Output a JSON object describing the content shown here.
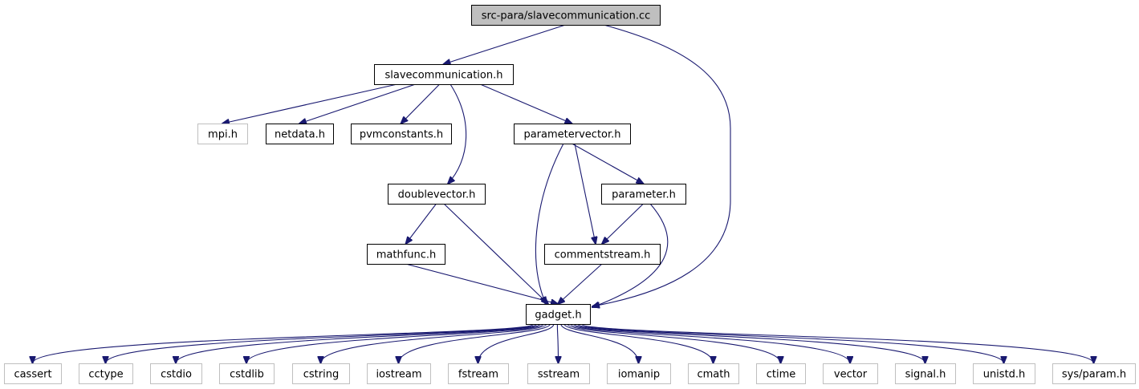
{
  "colors": {
    "edge": "#191970",
    "root_fill": "#bfbfbf",
    "node_border": "#000000",
    "external_border": "#bfbfbf",
    "node_fill": "#ffffff"
  },
  "nodes": [
    {
      "id": "root",
      "label": "src-para/slavecommunication.cc",
      "kind": "root"
    },
    {
      "id": "slavecomm",
      "label": "slavecommunication.h",
      "kind": "local"
    },
    {
      "id": "mpi",
      "label": "mpi.h",
      "kind": "external"
    },
    {
      "id": "netdata",
      "label": "netdata.h",
      "kind": "local"
    },
    {
      "id": "pvmconstants",
      "label": "pvmconstants.h",
      "kind": "local"
    },
    {
      "id": "parametervector",
      "label": "parametervector.h",
      "kind": "local"
    },
    {
      "id": "doublevector",
      "label": "doublevector.h",
      "kind": "local"
    },
    {
      "id": "parameter",
      "label": "parameter.h",
      "kind": "local"
    },
    {
      "id": "mathfunc",
      "label": "mathfunc.h",
      "kind": "local"
    },
    {
      "id": "commentstream",
      "label": "commentstream.h",
      "kind": "local"
    },
    {
      "id": "gadget",
      "label": "gadget.h",
      "kind": "local"
    },
    {
      "id": "cassert",
      "label": "cassert",
      "kind": "external"
    },
    {
      "id": "cctype",
      "label": "cctype",
      "kind": "external"
    },
    {
      "id": "cstdio",
      "label": "cstdio",
      "kind": "external"
    },
    {
      "id": "cstdlib",
      "label": "cstdlib",
      "kind": "external"
    },
    {
      "id": "cstring",
      "label": "cstring",
      "kind": "external"
    },
    {
      "id": "iostream",
      "label": "iostream",
      "kind": "external"
    },
    {
      "id": "fstream",
      "label": "fstream",
      "kind": "external"
    },
    {
      "id": "sstream",
      "label": "sstream",
      "kind": "external"
    },
    {
      "id": "iomanip",
      "label": "iomanip",
      "kind": "external"
    },
    {
      "id": "cmath",
      "label": "cmath",
      "kind": "external"
    },
    {
      "id": "ctime",
      "label": "ctime",
      "kind": "external"
    },
    {
      "id": "vector",
      "label": "vector",
      "kind": "external"
    },
    {
      "id": "signal",
      "label": "signal.h",
      "kind": "external"
    },
    {
      "id": "unistd",
      "label": "unistd.h",
      "kind": "external"
    },
    {
      "id": "sysparam",
      "label": "sys/param.h",
      "kind": "external"
    }
  ],
  "edges": [
    [
      "root",
      "slavecomm"
    ],
    [
      "root",
      "gadget"
    ],
    [
      "slavecomm",
      "mpi"
    ],
    [
      "slavecomm",
      "netdata"
    ],
    [
      "slavecomm",
      "pvmconstants"
    ],
    [
      "slavecomm",
      "parametervector"
    ],
    [
      "slavecomm",
      "doublevector"
    ],
    [
      "parametervector",
      "gadget"
    ],
    [
      "parametervector",
      "commentstream"
    ],
    [
      "parametervector",
      "parameter"
    ],
    [
      "doublevector",
      "mathfunc"
    ],
    [
      "doublevector",
      "gadget"
    ],
    [
      "parameter",
      "commentstream"
    ],
    [
      "parameter",
      "gadget"
    ],
    [
      "mathfunc",
      "gadget"
    ],
    [
      "commentstream",
      "gadget"
    ],
    [
      "gadget",
      "cassert"
    ],
    [
      "gadget",
      "cctype"
    ],
    [
      "gadget",
      "cstdio"
    ],
    [
      "gadget",
      "cstdlib"
    ],
    [
      "gadget",
      "cstring"
    ],
    [
      "gadget",
      "iostream"
    ],
    [
      "gadget",
      "fstream"
    ],
    [
      "gadget",
      "sstream"
    ],
    [
      "gadget",
      "iomanip"
    ],
    [
      "gadget",
      "cmath"
    ],
    [
      "gadget",
      "ctime"
    ],
    [
      "gadget",
      "vector"
    ],
    [
      "gadget",
      "signal"
    ],
    [
      "gadget",
      "unistd"
    ],
    [
      "gadget",
      "sysparam"
    ]
  ]
}
